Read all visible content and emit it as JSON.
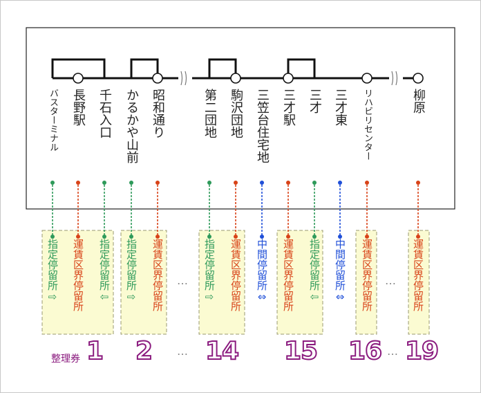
{
  "colors": {
    "green": "#2e9a5a",
    "red": "#d84318",
    "blue": "#1f4fd8",
    "purple": "#8a1a7e",
    "box_fill": "#fbfbd2",
    "box_border": "#9a9a70"
  },
  "stops": [
    {
      "name": "バスターミナル",
      "type": "green",
      "small": true
    },
    {
      "name": "長野駅",
      "type": "red"
    },
    {
      "name": "千石入口",
      "type": "green"
    },
    {
      "name": "かるかや山前",
      "type": "green"
    },
    {
      "name": "昭和通り",
      "type": "red"
    },
    {
      "name": "第二団地",
      "type": "green"
    },
    {
      "name": "駒沢団地",
      "type": "red"
    },
    {
      "name": "三笠台住宅地",
      "type": "blue"
    },
    {
      "name": "三才駅",
      "type": "red"
    },
    {
      "name": "三才",
      "type": "green"
    },
    {
      "name": "三才東",
      "type": "blue"
    },
    {
      "name": "リハビリセンター",
      "type": "red",
      "small": true
    },
    {
      "name": "柳原",
      "type": "red"
    }
  ],
  "labels": {
    "designated": "指定停留所⇨",
    "designated_left": "指定停留所⇦",
    "fare_boundary": "運賃区界停留所",
    "intermediate": "中間停留所⇔"
  },
  "ellipsis": "…",
  "ticket": {
    "prefix": "整理券",
    "numbers": [
      "1",
      "2",
      "14",
      "15",
      "16",
      "19"
    ]
  }
}
